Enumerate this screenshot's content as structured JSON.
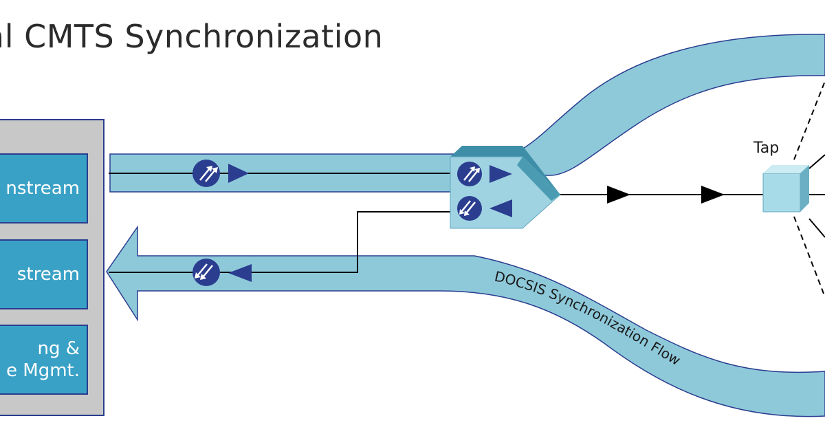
{
  "title": "al CMTS Synchronization",
  "modules": [
    {
      "lines": [
        "nstream"
      ]
    },
    {
      "lines": [
        "stream"
      ]
    },
    {
      "lines": [
        "ng &",
        "e Mgmt."
      ]
    }
  ],
  "tap_label": "Tap",
  "flow_label": "DOCSIS Synchronization Flow",
  "colors": {
    "pipe_fill": "#8ec9da",
    "pipe_stroke": "#2a3d8f",
    "module_fill": "#3aa1c6",
    "node_fill": "#9fd3e2",
    "node_top": "#3d8ea6",
    "arrow_navy": "#2a3d8f",
    "chassis_gray": "#c8c8c8"
  },
  "icons": {
    "sync_down": "double-arrow-up-right-icon",
    "sync_up": "double-arrow-down-left-icon"
  }
}
